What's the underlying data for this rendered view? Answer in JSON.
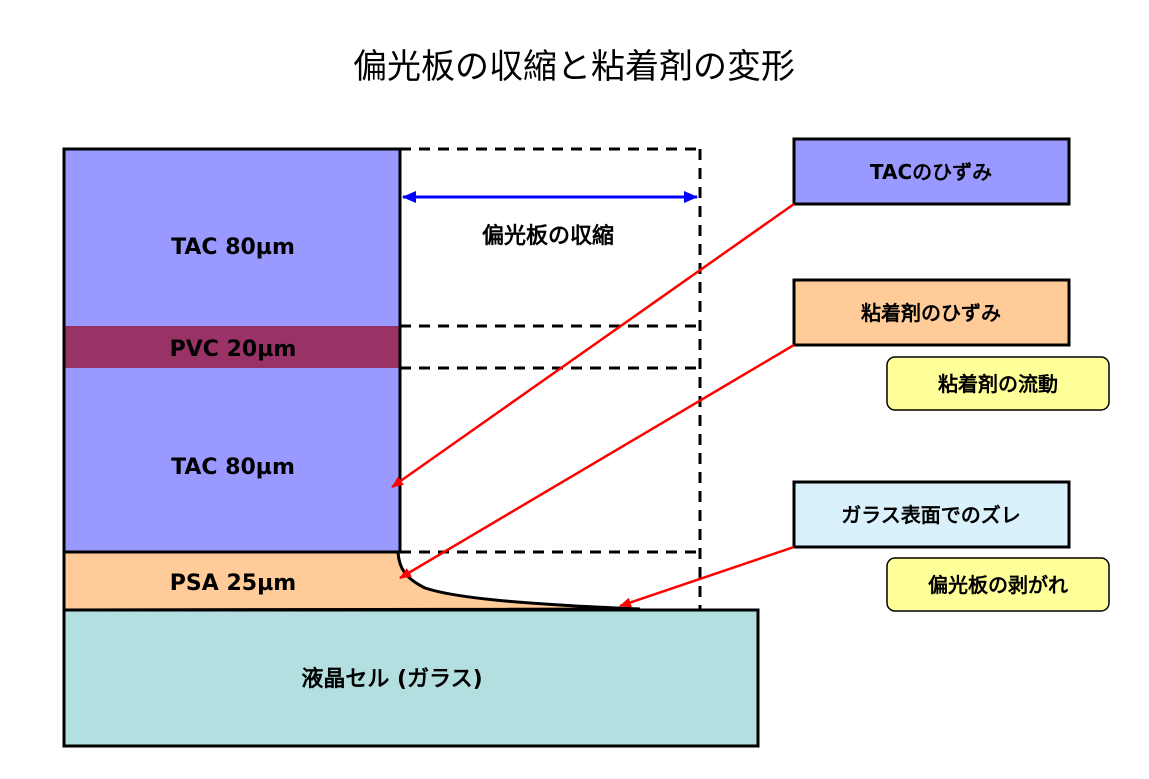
{
  "title": "偏光板の収縮と粘着剤の変形",
  "layers": {
    "tac_top": "TAC  80µm",
    "pvc": "PVC  20µm",
    "tac_bottom": "TAC  80µm",
    "psa": "PSA  25µm",
    "glass": "液晶セル (ガラス)"
  },
  "shrink_label": "偏光板の収縮",
  "callouts": {
    "tac_strain": "TACのひずみ",
    "adhesive_strain": "粘着剤のひずみ",
    "adhesive_flow": "粘着剤の流動",
    "glass_slip": "ガラス表面でのズレ",
    "polarizer_peel": "偏光板の剥がれ"
  },
  "colors": {
    "tac": "#9999ff",
    "pvc": "#993366",
    "psa": "#ffcc99",
    "glass": "#b3dfe0",
    "callout_blue": "#9999ff",
    "callout_orange": "#ffcc99",
    "callout_yellow": "#ffff99",
    "callout_lightblue": "#d9f1fb",
    "arrow_red": "#ff0000",
    "arrow_blue": "#0000ff"
  }
}
